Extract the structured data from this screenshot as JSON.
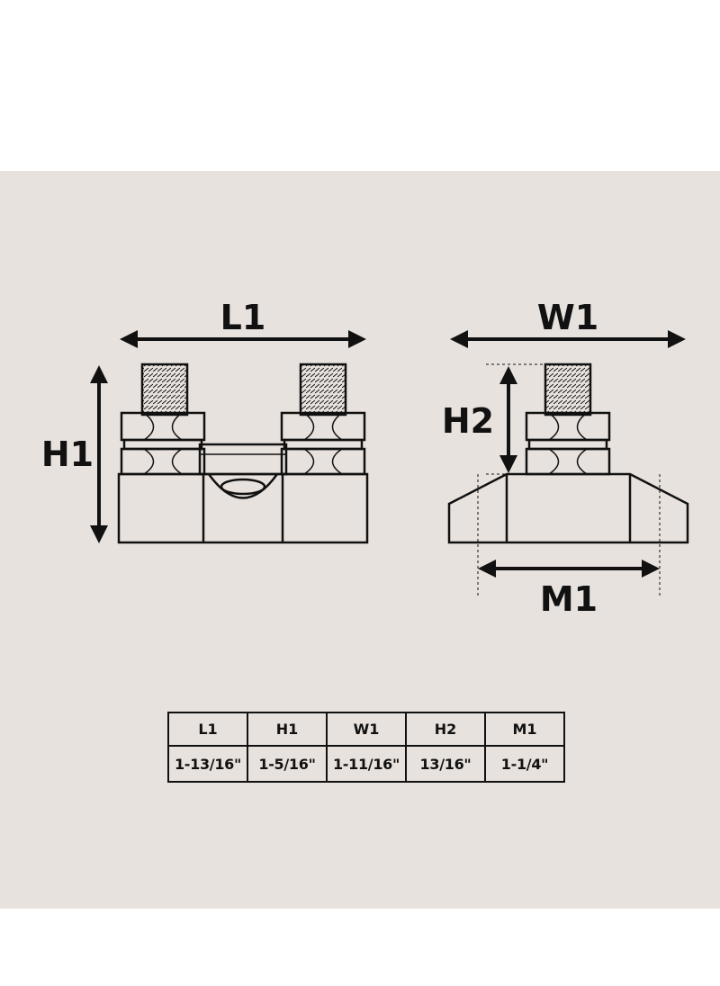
{
  "dimension_labels": {
    "L1": "L1",
    "H1": "H1",
    "W1": "W1",
    "H2": "H2",
    "M1": "M1"
  },
  "table": {
    "headers": [
      "L1",
      "H1",
      "W1",
      "H2",
      "M1"
    ],
    "values": [
      "1-13/16\"",
      "1-5/16\"",
      "1-11/16\"",
      "13/16\"",
      "1-1/4\""
    ]
  },
  "colors": {
    "background": "#e8e2de",
    "outside": "#ffffff",
    "line": "#111111"
  }
}
